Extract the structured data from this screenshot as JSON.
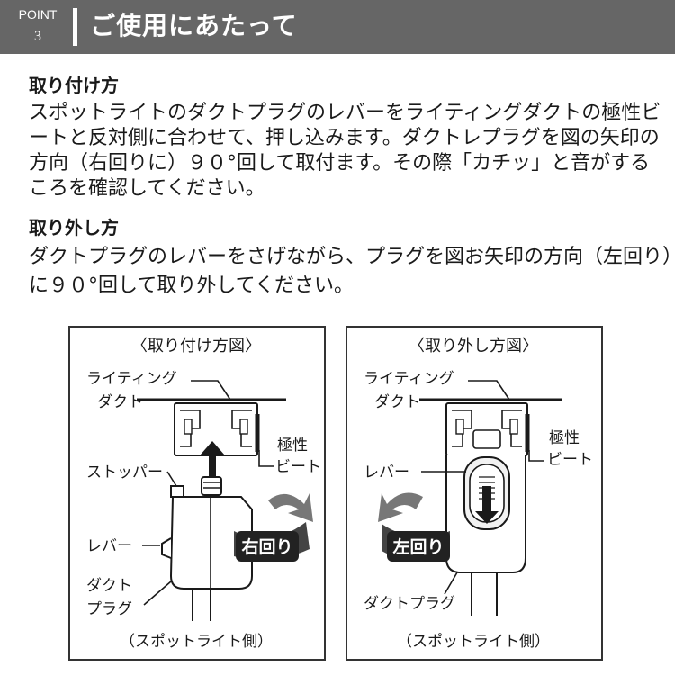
{
  "header": {
    "point_label": "POINT",
    "point_number": "3",
    "title": "ご使用にあたって"
  },
  "install": {
    "title": "取り付け方",
    "lines": [
      "スポットライトのダクトプラグのレバーをライティングダクトの極性ビ",
      "ートと反対側に合わせて、押し込みます。ダクトレプラグを図の矢印の",
      "方向（右回りに）９０°回して取付ます。その際「カチッ」と音がする",
      "ころを確認してください。"
    ]
  },
  "remove": {
    "title": "取り外し方",
    "lines": [
      "ダクトプラグのレバーをさげながら、プラグを図お矢印の方向（左回り）",
      "に９０°回して取り外してください。"
    ]
  },
  "diagram_install": {
    "title": "〈取り付け方図〉",
    "label_duct_1": "ライティング",
    "label_duct_2": "ダクト",
    "label_beat_1": "極性",
    "label_beat_2": "ビート",
    "label_stopper": "ストッパー",
    "label_lever": "レバー",
    "label_plug_1": "ダクト",
    "label_plug_2": "プラグ",
    "rotation_label": "右回り",
    "footer": "（スポットライト側）"
  },
  "diagram_remove": {
    "title": "〈取り外し方図〉",
    "label_duct_1": "ライティング",
    "label_duct_2": "ダクト",
    "label_beat_1": "極性",
    "label_beat_2": "ビート",
    "label_lever": "レバー",
    "label_plug": "ダクトプラグ",
    "rotation_label": "左回り",
    "footer": "（スポットライト側）"
  },
  "colors": {
    "header_bg": "#666666",
    "text": "#1a1a1a",
    "label_bg": "#222222"
  }
}
